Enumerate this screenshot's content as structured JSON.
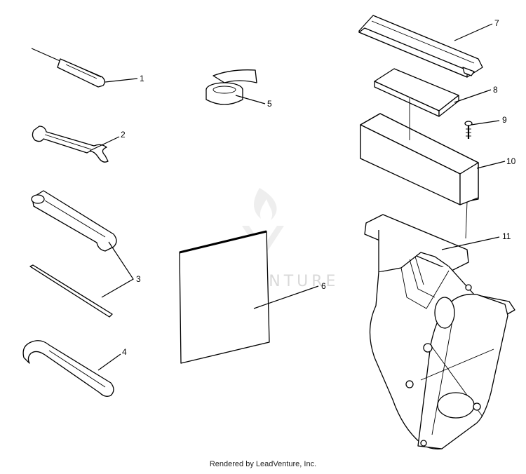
{
  "callouts": {
    "c1": "1",
    "c2": "2",
    "c3": "3",
    "c4": "4",
    "c5": "5",
    "c6": "6",
    "c7": "7",
    "c8": "8",
    "c9": "9",
    "c10": "10",
    "c11": "11"
  },
  "watermark": "LEADVENTURE",
  "footer": "Rendered by LeadVenture, Inc."
}
